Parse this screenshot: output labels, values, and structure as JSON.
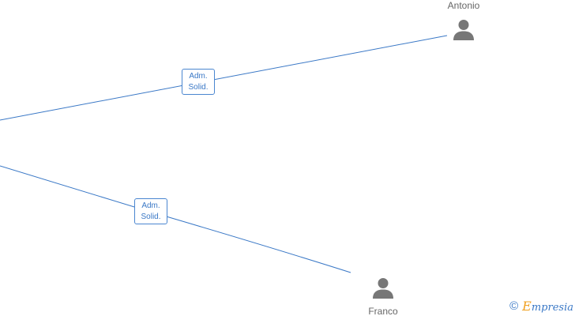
{
  "nodes": {
    "antonio": {
      "name": "Antonio"
    },
    "franco": {
      "name": "Franco"
    }
  },
  "edges": [
    {
      "line1": "Adm.",
      "line2": "Solid.",
      "to": "Antonio"
    },
    {
      "line1": "Adm.",
      "line2": "Solid.",
      "to": "Franco"
    }
  ],
  "colors": {
    "line": "#3a78c6",
    "label_border": "#4a86d0",
    "icon": "#777777",
    "name_text": "#666666",
    "brand_accent": "#f0a020"
  },
  "icons": {
    "person": "person-icon",
    "copyright": "copyright-symbol"
  },
  "watermark": {
    "symbol": "©",
    "brand_first": "E",
    "brand_rest": "mpresia"
  }
}
